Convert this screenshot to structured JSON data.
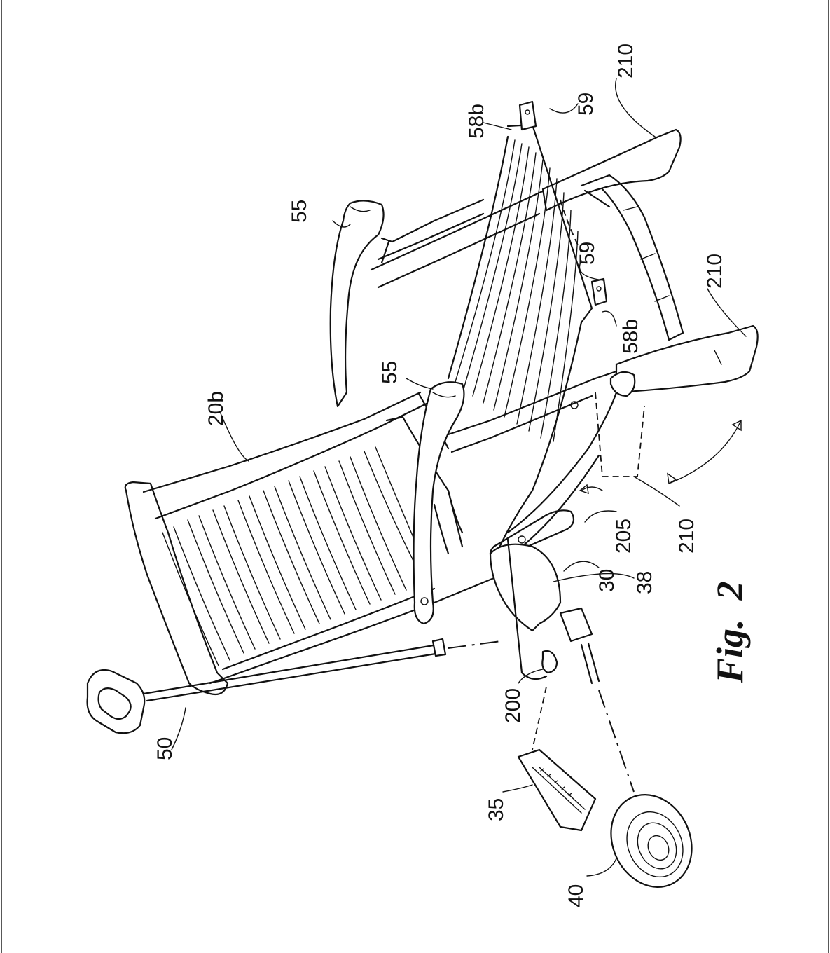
{
  "figure": {
    "caption": "Fig.  2",
    "labels": {
      "l210_top": "210",
      "l59_top": "59",
      "l58b_top": "58b",
      "l55_top": "55",
      "l59_mid": "59",
      "l210_mid": "210",
      "l58b_mid": "58b",
      "l55_mid": "55",
      "l20b": "20b",
      "l205": "205",
      "l210_low": "210",
      "l30": "30",
      "l38": "38",
      "l200": "200",
      "l50": "50",
      "l35": "35",
      "l40": "40"
    }
  }
}
